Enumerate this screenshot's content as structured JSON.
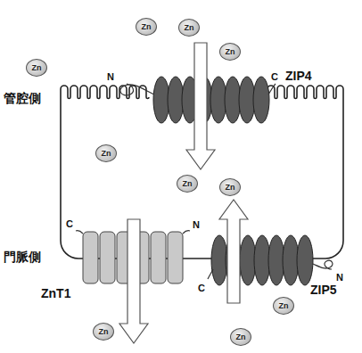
{
  "diagram": {
    "nodes": [
      {
        "text": [
          "Zn"
        ]
      },
      {
        "text": [
          "Zn"
        ]
      },
      {
        "text": [
          "Zn"
        ]
      },
      {
        "text": [
          "Zn"
        ]
      },
      {
        "text": [
          "Zn"
        ]
      },
      {
        "text": [
          "Zn"
        ]
      },
      {
        "text": [
          "Zn"
        ]
      },
      {
        "text": [
          "Zn"
        ]
      },
      {
        "text": [
          "Zn"
        ]
      },
      {
        "text": [
          "Zn"
        ]
      }
    ],
    "labels": [
      "管腔側",
      "N",
      "C",
      "ZIP4",
      "C",
      "N",
      "門脈側",
      "N",
      "ZnT1",
      "C",
      "ZIP5"
    ]
  }
}
